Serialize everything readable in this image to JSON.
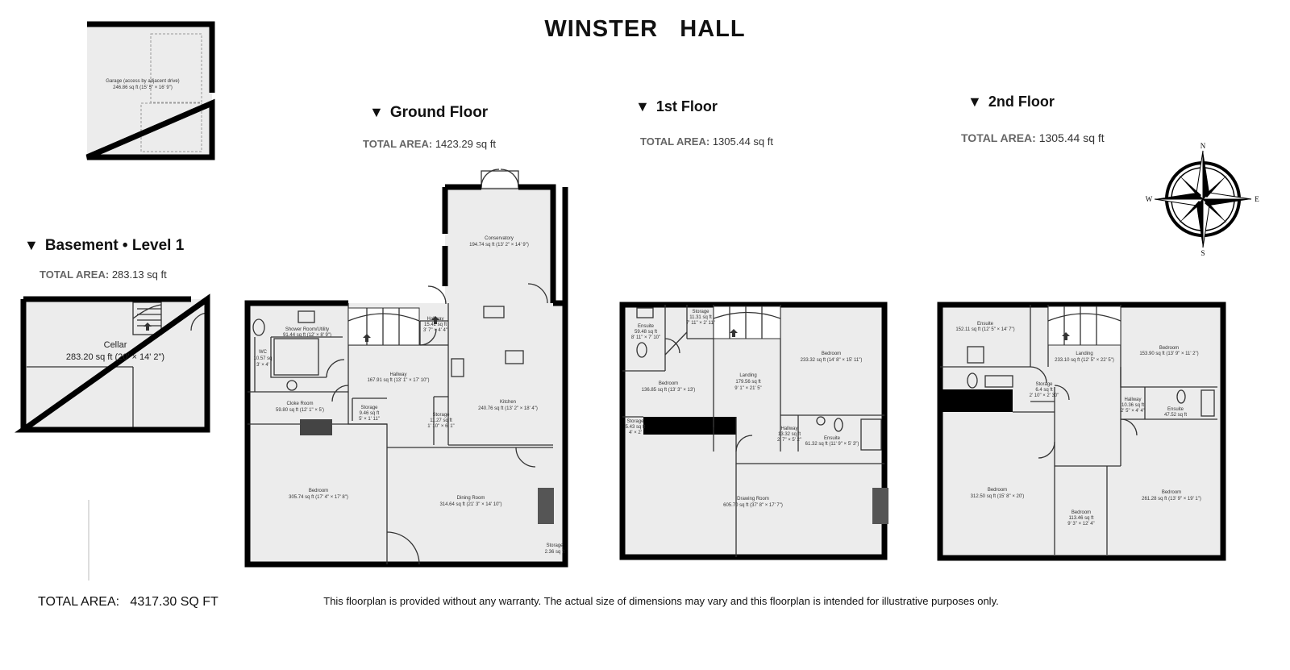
{
  "title": "WINSTER   HALL",
  "garage": {
    "name": "Garage (access by adjacent drive)",
    "size": "246.86 sq ft (15' 5\" × 16' 9\")"
  },
  "floors": {
    "basement": {
      "heading": "Basement • Level 1",
      "area_label": "TOTAL AREA:",
      "area_value": "283.13 sq ft",
      "rooms": {
        "cellar_name": "Cellar",
        "cellar_size": "283.20 sq ft (20' × 14' 2\")"
      }
    },
    "ground": {
      "heading": "Ground Floor",
      "area_label": "TOTAL AREA:",
      "area_value": "1423.29 sq ft",
      "rooms": {
        "conservatory": [
          "Conservatory",
          "194.74 sq ft (13' 2\" × 14' 9\")"
        ],
        "shower": [
          "Shower Room/Utility",
          "91.44 sq ft (12' × 8' 9\")"
        ],
        "hallway_small": [
          "Hallway",
          "15.42 sq ft",
          "3' 7\" × 4' 4\""
        ],
        "hallway": [
          "Hallway",
          "167.91 sq ft (13' 1\" × 17' 10\")"
        ],
        "wc": [
          "WC",
          "10.57 sq",
          "3' × 4'"
        ],
        "kitchen": [
          "Kitchen",
          "240.76 sq ft (13' 2\" × 18' 4\")"
        ],
        "cloakroom": [
          "Cloke Room",
          "59.80 sq ft (12' 1\" × 5')"
        ],
        "storage1": [
          "Storage",
          "9.46 sq ft",
          "5' × 1' 11\""
        ],
        "storage2": [
          "Storage",
          "11.27 sq ft",
          "1' 10\" × 6' 1\""
        ],
        "bedroom": [
          "Bedroom",
          "305.74 sq ft (17' 4\" × 17' 8\")"
        ],
        "dining": [
          "Dining Room",
          "314.64 sq ft (21' 3\" × 14' 10\")"
        ],
        "storage3": [
          "Storage",
          "2.36 sq ft"
        ]
      }
    },
    "first": {
      "heading": "1st Floor",
      "area_label": "TOTAL AREA:",
      "area_value": "1305.44 sq ft",
      "rooms": {
        "ensuite1": [
          "Ensuite",
          "59.48 sq ft",
          "8' 11\" × 7' 10\""
        ],
        "storage": [
          "Storage",
          "11.31 sq ft",
          "7' 11\" × 2' 11\""
        ],
        "bedroom1": [
          "Bedroom",
          "136.85 sq ft (13' 3\" × 13')"
        ],
        "landing": [
          "Landing",
          "179.56 sq ft",
          "9' 1\" × 21' 5\""
        ],
        "bedroom2": [
          "Bedroom",
          "233.32 sq ft (14' 8\" × 15' 11\")"
        ],
        "storage2": [
          "Storage",
          "5.43 sq ft",
          "4' × 2'"
        ],
        "hallway": [
          "Hallway",
          "13.32 sq ft",
          "2' 7\" × 5' 2\""
        ],
        "ensuite2": [
          "Ensuite",
          "61.32 sq ft (11' 9\" × 5' 3\")"
        ],
        "drawing": [
          "Drawing Room",
          "605.70 sq ft (37' 8\" × 17' 7\")"
        ]
      }
    },
    "second": {
      "heading": "2nd Floor",
      "area_label": "TOTAL AREA:",
      "area_value": "1305.44 sq ft",
      "rooms": {
        "ensuite1": [
          "Ensuite",
          "152.11 sq ft (12' 5\" × 14' 7\")"
        ],
        "landing": [
          "Landing",
          "233.10 sq ft (12' 5\" × 22' 5\")"
        ],
        "bedroom1": [
          "Bedroom",
          "153.90 sq ft (13' 9\" × 11' 2\")"
        ],
        "storage": [
          "Storage",
          "6.4 sq ft",
          "2' 10\" × 2' 30\""
        ],
        "hallway": [
          "Hallway",
          "10.36 sq ft",
          "2' 5\" × 4' 4\""
        ],
        "ensuite2": [
          "Ensuite",
          "47.52 sq ft"
        ],
        "bedroom2": [
          "Bedroom",
          "312.50 sq ft (15' 8\" × 20')"
        ],
        "bedroom3": [
          "Bedroom",
          "113.46 sq ft",
          "9' 3\" × 12' 4\""
        ],
        "bedroom4": [
          "Bedroom",
          "261.28 sq ft (13' 9\" × 19' 1\")"
        ]
      }
    }
  },
  "compass": {
    "n": "N",
    "e": "E",
    "s": "S",
    "w": "W"
  },
  "total": {
    "label": "TOTAL AREA:",
    "value": "4317.30 SQ FT"
  },
  "disclaimer": "This floorplan is provided without any warranty. The actual size of dimensions may vary and this floorplan is intended for illustrative purposes only.",
  "colors": {
    "wall": "#000000",
    "floor": "#eeeeee",
    "room_line": "#333333"
  }
}
